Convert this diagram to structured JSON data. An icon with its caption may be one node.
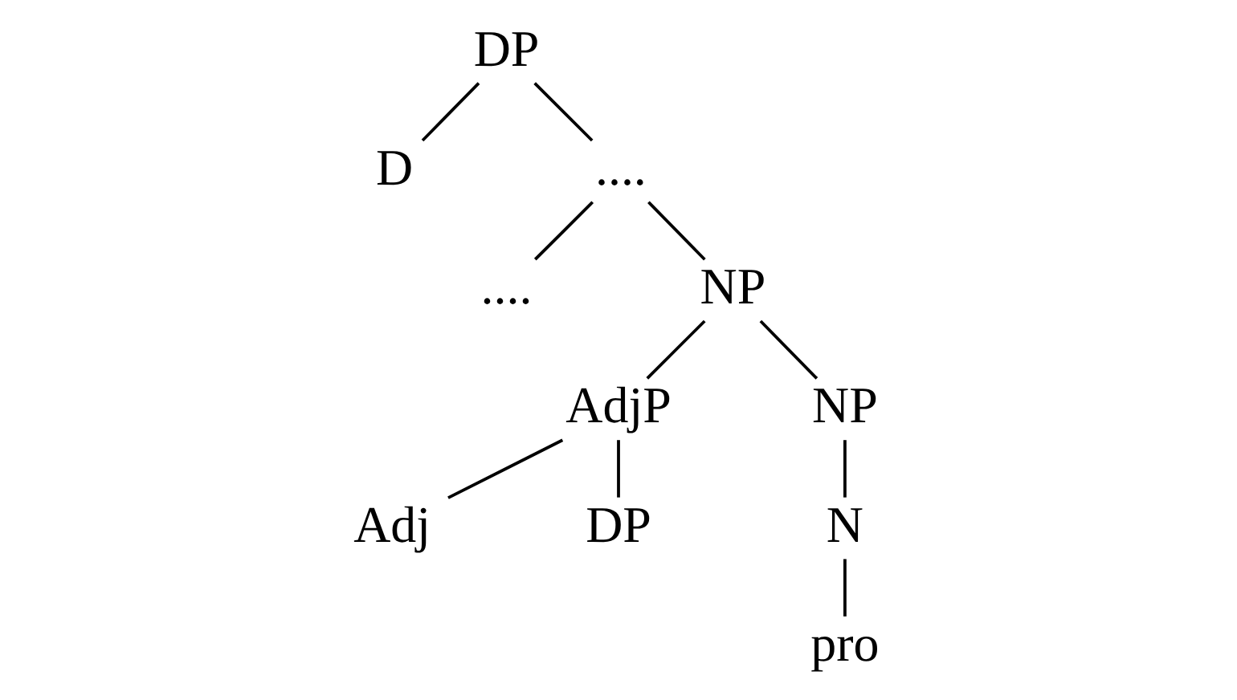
{
  "diagram": {
    "nodes": [
      {
        "text": [
          "DP"
        ]
      },
      {
        "text": [
          "D"
        ]
      },
      {
        "text": [
          "...."
        ]
      },
      {
        "text": [
          "...."
        ]
      },
      {
        "text": [
          "NP"
        ]
      },
      {
        "text": [
          "AdjP"
        ]
      },
      {
        "text": [
          "NP"
        ]
      },
      {
        "text": [
          "Adj"
        ]
      },
      {
        "text": [
          "DP"
        ]
      },
      {
        "text": [
          "N"
        ]
      },
      {
        "text": [
          "pro"
        ]
      }
    ],
    "edges": [
      {
        "from": 0,
        "to": 1,
        "arrow": "none"
      },
      {
        "from": 0,
        "to": 2,
        "arrow": "none"
      },
      {
        "from": 2,
        "to": 3,
        "arrow": "none"
      },
      {
        "from": 2,
        "to": 4,
        "arrow": "none"
      },
      {
        "from": 4,
        "to": 5,
        "arrow": "none"
      },
      {
        "from": 4,
        "to": 6,
        "arrow": "none"
      },
      {
        "from": 5,
        "to": 7,
        "arrow": "none"
      },
      {
        "from": 5,
        "to": 8,
        "arrow": "none"
      },
      {
        "from": 6,
        "to": 9,
        "arrow": "none"
      },
      {
        "from": 9,
        "to": 10,
        "arrow": "none"
      }
    ]
  }
}
